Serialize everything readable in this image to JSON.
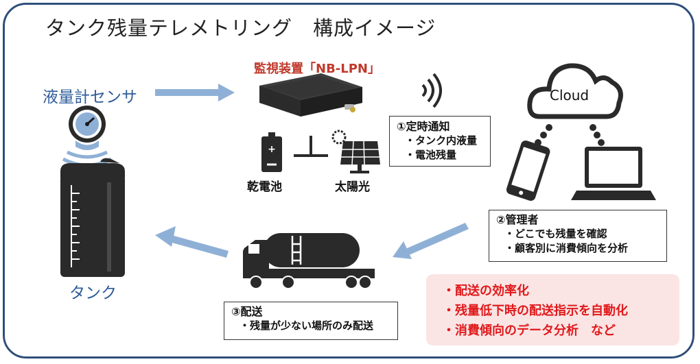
{
  "title": {
    "main": "タンク残量テレメトリング",
    "sub": "構成イメージ"
  },
  "sensor_label": "液量計センサ",
  "tank_label": "タンク",
  "device_label": "監視装置「NB-LPN」",
  "battery_label": "乾電池",
  "solar_label": "太陽光",
  "cloud_label": "Cloud",
  "notice_box": {
    "heading": "①定時通知",
    "items": [
      "・タンク内液量",
      "・電池残量"
    ]
  },
  "admin_box": {
    "heading": "②管理者",
    "items": [
      "・どこでも残量を確認",
      "・顧客別に消費傾向を分析"
    ]
  },
  "delivery_box": {
    "heading": "③配送",
    "items": [
      "・残量が少ない場所のみ配送"
    ]
  },
  "benefits": [
    "・配送の効率化",
    "・残量低下時の配送指示を自動化",
    "・消費傾向のデータ分析　など"
  ],
  "colors": {
    "frame": "#2f4f7a",
    "arrow": "#8fb0d6",
    "label_blue": "#2e5c9a",
    "device_red": "#c0392b",
    "benefit_red": "#e0191b",
    "benefit_bg": "#fbe4e4",
    "icon_dark": "#2a2a2a"
  }
}
